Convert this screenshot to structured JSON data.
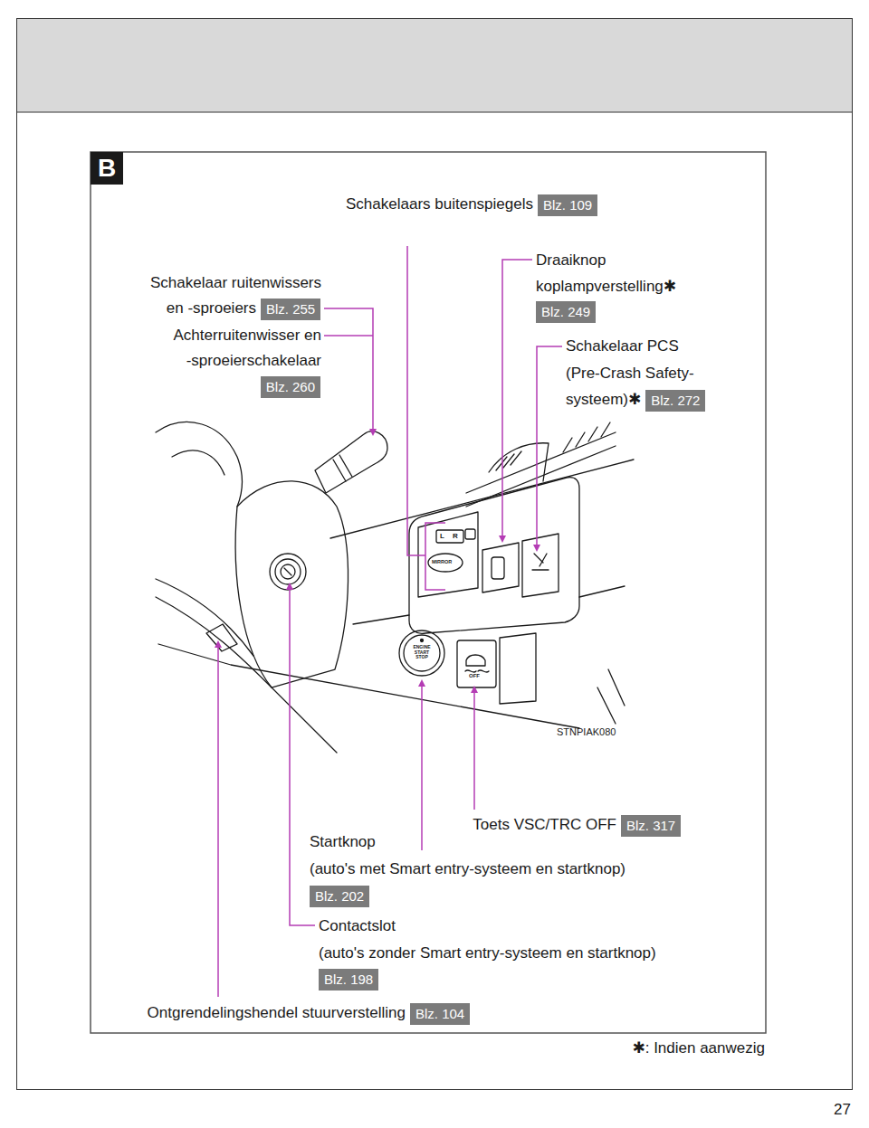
{
  "diagram": {
    "nodes": [
      {
        "text": [
          "B"
        ]
      },
      {
        "text": [
          "Blz. 109"
        ]
      },
      {
        "text": [
          "Blz. 255"
        ]
      },
      {
        "text": [
          "Blz. 249"
        ]
      },
      {
        "text": [
          "Blz. 260"
        ]
      },
      {
        "text": [
          "Blz. 272"
        ]
      },
      {
        "text": [
          "Blz. 317"
        ]
      },
      {
        "text": [
          "Blz. 202"
        ]
      },
      {
        "text": [
          "Blz. 198"
        ]
      },
      {
        "text": [
          "Blz. 104"
        ]
      }
    ],
    "labels": [
      "Schakelaars buitenspiegels",
      "Draaiknop koplampverstelling✱",
      "Schakelaar ruitenwissers en -sproeiers",
      "Achterruitenwisser en -sproeierschakelaar",
      "Schakelaar PCS (Pre-Crash Safety- systeem)✱",
      "Toets VSC/TRC OFF",
      "Startknop",
      "(auto's met Smart entry-systeem en startknop)",
      "Contactslot",
      "(auto's zonder Smart entry-systeem en startknop)",
      "Ontgrendelingshendel stuurverstelling",
      "L",
      "R",
      "MIRROR",
      "ENGINE START STOP",
      "OFF",
      "STNPIAK080",
      "✱: Indien aanwezig",
      "27"
    ]
  }
}
